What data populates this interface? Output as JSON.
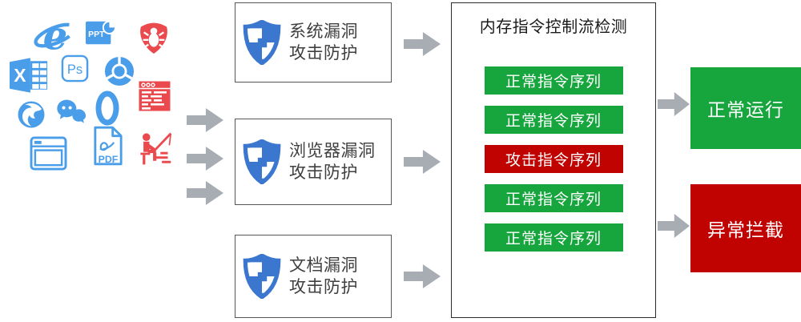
{
  "colors": {
    "icon_blue": "#4a9de9",
    "icon_red": "#ea4a4e",
    "shield_blue": "#3b76cf",
    "green": "#17a53e",
    "red": "#c00201",
    "arrow_gray": "#a8adb3",
    "box_border": "#555555",
    "panel_border": "#2b2b2b",
    "label_text": "#3f3f3f",
    "title_text": "#1a1a1a"
  },
  "icon_glyphs": {
    "ie": "e",
    "ppt": "PPT",
    "excel": "X",
    "ps": "Ps",
    "pdf": "PDF"
  },
  "source_icons": [
    {
      "name": "internet-explorer"
    },
    {
      "name": "powerpoint"
    },
    {
      "name": "virus-bug"
    },
    {
      "name": "excel"
    },
    {
      "name": "photoshop"
    },
    {
      "name": "chrome"
    },
    {
      "name": "malicious-code"
    },
    {
      "name": "firefox"
    },
    {
      "name": "wechat"
    },
    {
      "name": "opera"
    },
    {
      "name": "browser-window"
    },
    {
      "name": "pdf-document"
    },
    {
      "name": "phishing"
    }
  ],
  "protection_boxes": [
    {
      "line1": "系统漏洞",
      "line2": "攻击防护"
    },
    {
      "line1": "浏览器漏洞",
      "line2": "攻击防护"
    },
    {
      "line1": "文档漏洞",
      "line2": "攻击防护"
    }
  ],
  "detection_panel": {
    "title": "内存指令控制流检测",
    "sequences": [
      {
        "label": "正常指令序列",
        "status": "normal"
      },
      {
        "label": "正常指令序列",
        "status": "normal"
      },
      {
        "label": "攻击指令序列",
        "status": "attack"
      },
      {
        "label": "正常指令序列",
        "status": "normal"
      },
      {
        "label": "正常指令序列",
        "status": "normal"
      }
    ]
  },
  "outcomes": [
    {
      "label": "正常运行",
      "status": "normal"
    },
    {
      "label": "异常拦截",
      "status": "blocked"
    }
  ]
}
